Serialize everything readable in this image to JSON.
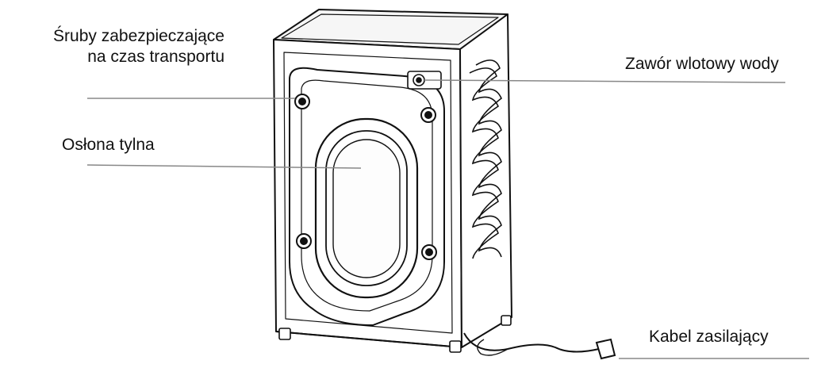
{
  "labels": {
    "screws_line1": "Śruby zabezpieczające",
    "screws_line2": "na czas transportu",
    "back_cover": "Osłona tylna",
    "inlet_valve": "Zawór wlotowy wody",
    "power_cable": "Kabel zasilający"
  },
  "colors": {
    "line": "#111111",
    "leader": "#888888",
    "background": "#ffffff"
  }
}
